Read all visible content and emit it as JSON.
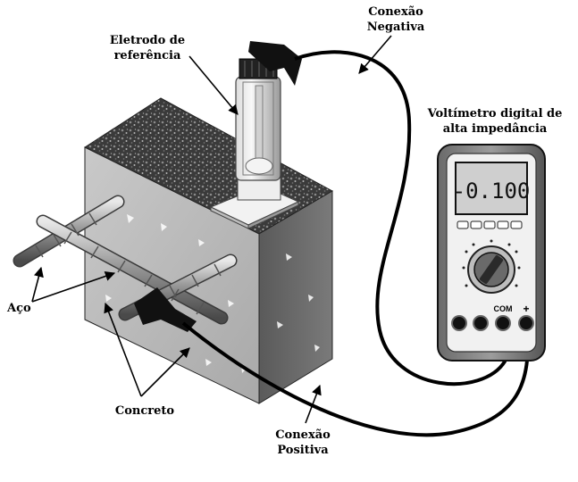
{
  "labels": {
    "reference_electrode": [
      "Eletrodo de",
      "referência"
    ],
    "negative_connection": [
      "Conexão",
      "Negativa"
    ],
    "voltmeter": [
      "Voltímetro digital de",
      "alta impedância"
    ],
    "steel": "Aço",
    "concrete": "Concreto",
    "positive_connection": [
      "Conexão",
      "Positiva"
    ]
  },
  "voltmeter": {
    "display": "-0.100",
    "terminal_com": "COM",
    "terminal_plus": "+"
  }
}
